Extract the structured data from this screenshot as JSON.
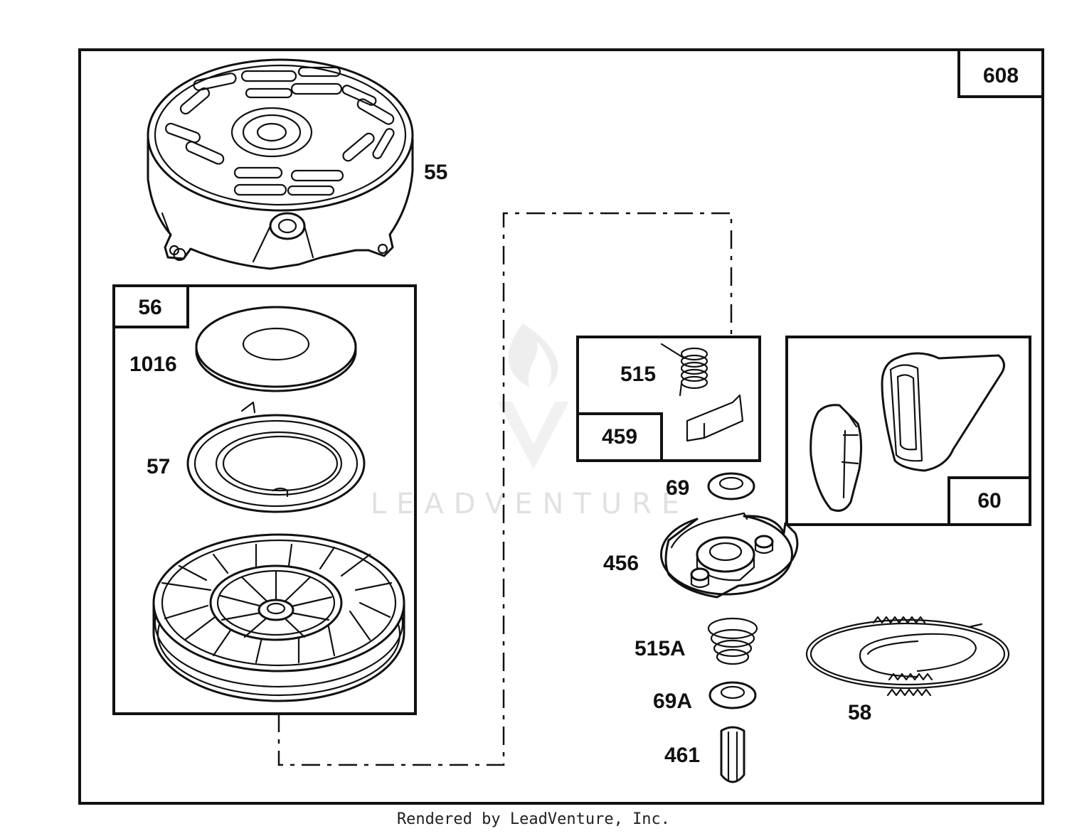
{
  "assembly": {
    "number": "608"
  },
  "parts": {
    "p55": "55",
    "p56": "56",
    "p1016": "1016",
    "p57": "57",
    "p515": "515",
    "p459": "459",
    "p69": "69",
    "p60": "60",
    "p456": "456",
    "p515a": "515A",
    "p69a": "69A",
    "p58": "58",
    "p461": "461"
  },
  "watermark": {
    "text": "LEADVENTURE"
  },
  "footer": {
    "text": "Rendered by LeadVenture, Inc."
  }
}
